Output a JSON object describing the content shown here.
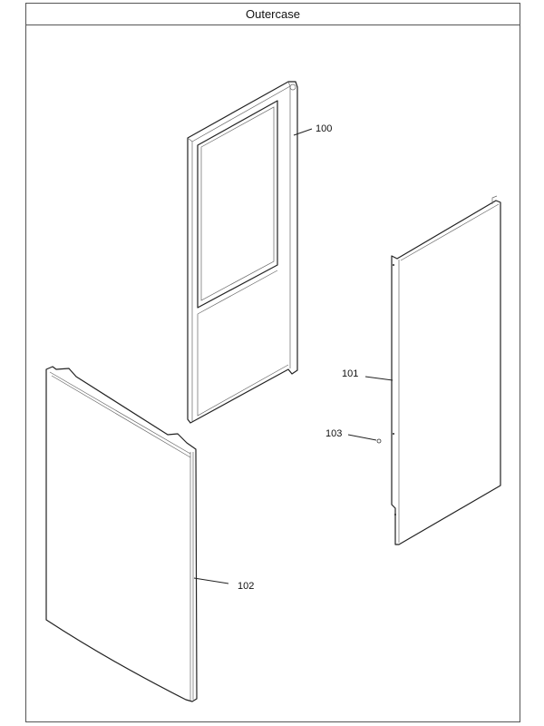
{
  "title": "Outercase",
  "parts": [
    {
      "number": "100"
    },
    {
      "number": "101"
    },
    {
      "number": "102"
    },
    {
      "number": "103"
    }
  ]
}
